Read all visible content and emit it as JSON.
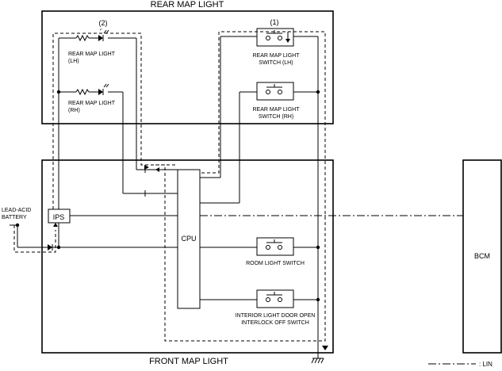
{
  "labels": {
    "rear_map_light": "REAR MAP LIGHT",
    "front_map_light": "FRONT MAP LIGHT",
    "callout_2": "(2)",
    "callout_1": "(1)",
    "rear_lh_line1": "REAR MAP LIGHT",
    "rear_lh_line2": "(LH)",
    "rear_rh_line1": "REAR MAP LIGHT",
    "rear_rh_line2": "(RH)",
    "sw_lh_line1": "REAR MAP LIGHT",
    "sw_lh_line2": "SWITCH (LH)",
    "sw_rh_line1": "REAR MAP LIGHT",
    "sw_rh_line2": "SWITCH (RH)",
    "battery_line1": "LEAD-ACID",
    "battery_line2": "BATTERY",
    "ips": "IPS",
    "cpu": "CPU",
    "room_light_switch": "ROOM LIGHT SWITCH",
    "interlock_line1": "INTERIOR LIGHT DOOR OPEN",
    "interlock_line2": "INTERLOCK OFF SWITCH",
    "bcm": "BCM",
    "legend_lin": ": LIN"
  }
}
